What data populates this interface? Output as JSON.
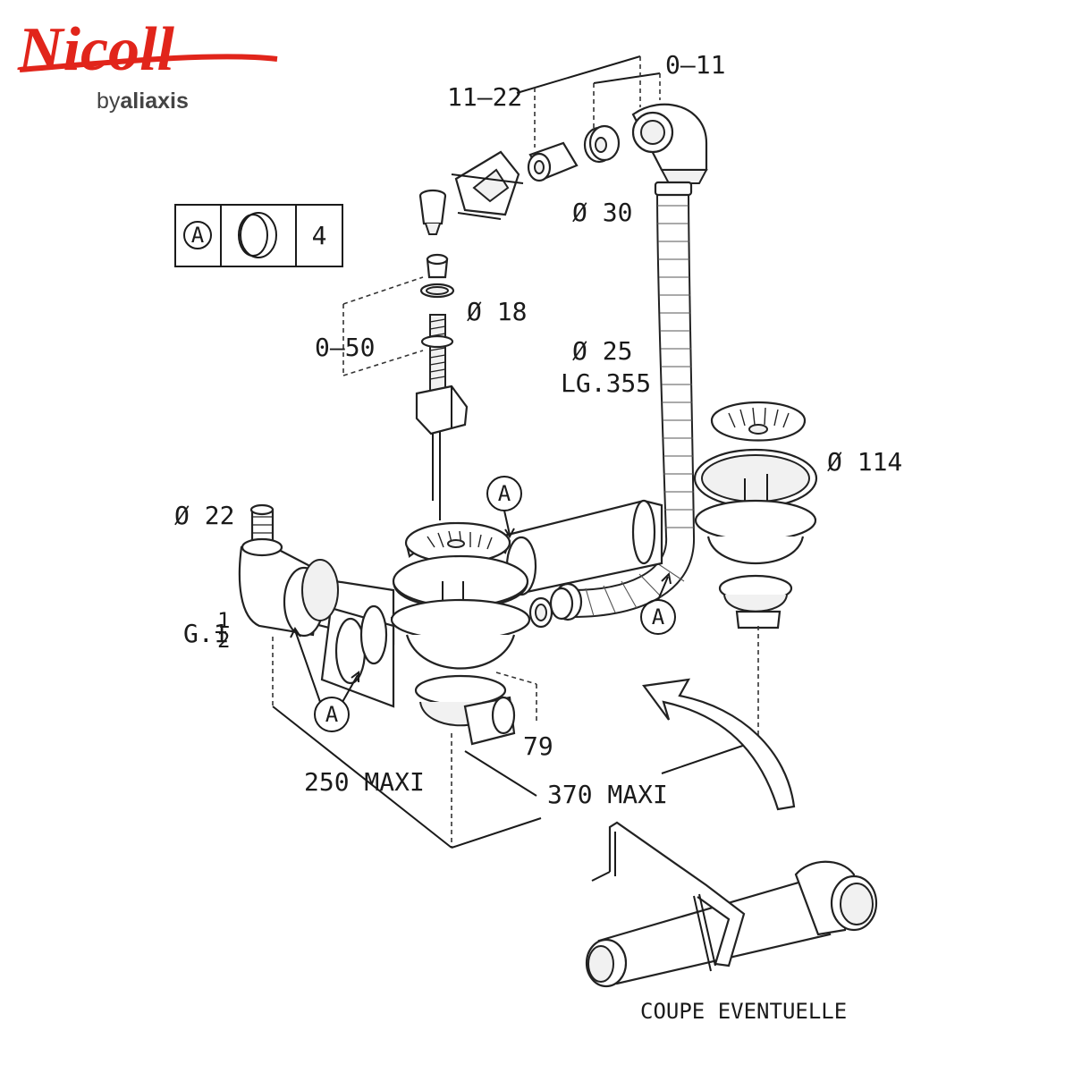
{
  "brand": {
    "logo_text": "Nicoll",
    "tagline_prefix": "by",
    "tagline_name": "aliaxis",
    "logo_color": "#e1251b",
    "tagline_color": "#444444"
  },
  "legend": {
    "symbol": "A",
    "quantity": "4"
  },
  "labels": {
    "dim_11_22": "11–22",
    "dim_0_11": "0–11",
    "diam_30": "Ø 30",
    "diam_18": "Ø 18",
    "dim_0_50": "0–50",
    "diam_25": "Ø 25",
    "length_355": "LG.355",
    "diam_114": "Ø 114",
    "diam_22": "Ø 22",
    "thread_g": "G.1",
    "thread_frac_num": "1",
    "thread_frac_den": "2",
    "callout_a": "A",
    "dim_79": "79",
    "dim_250": "250 MAXI",
    "dim_370": "370 MAXI",
    "cut_note": "COUPE EVENTUELLE"
  },
  "icons": {
    "legend_ring": "seal-ring-icon",
    "cut_arrow": "curved-arrow-icon",
    "saw": "hacksaw-icon"
  }
}
